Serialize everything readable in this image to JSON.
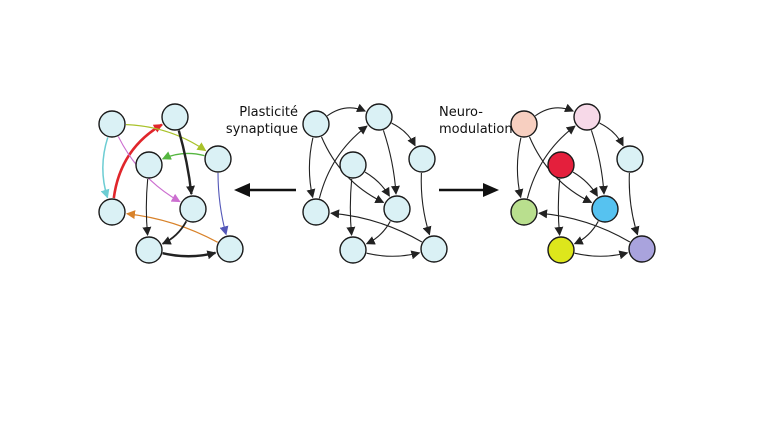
{
  "labels": {
    "left_line1": "Plasticité",
    "left_line2": "synaptique",
    "right_line1": "Neuro-",
    "right_line2": "modulation"
  },
  "colors": {
    "node_default": "#daf1f5",
    "node_stroke": "#1a1a1a",
    "edge_default": "#222222",
    "modulated": {
      "peach": "#f7cfc0",
      "pink": "#f7d9e8",
      "red": "#e41f3c",
      "green": "#b9df8e",
      "blue": "#56c2f0",
      "yellow": "#dde61c",
      "purple": "#a9a3dd"
    },
    "plastic_edges": [
      "#e0262b",
      "#a9c22a",
      "#6dcdd3",
      "#cc6fd0",
      "#55b640",
      "#d8822a",
      "#5357b8"
    ]
  }
}
